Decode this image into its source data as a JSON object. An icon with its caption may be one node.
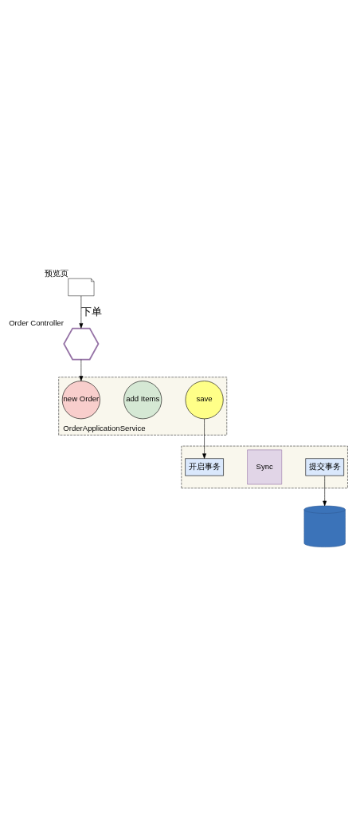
{
  "diagram": {
    "nodes": [
      {
        "text": [],
        "shape": "document",
        "beside": [
          "预览页"
        ]
      },
      {
        "text": [],
        "shape": "hexagon",
        "beside": [
          "Order Controller"
        ]
      },
      {
        "text": [
          "OrderApplicationService"
        ]
      },
      {
        "text": [
          "new Order"
        ],
        "in": 2
      },
      {
        "text": [
          "add Items"
        ],
        "in": 2
      },
      {
        "text": [
          "save"
        ],
        "in": 2
      },
      {
        "text": [],
        "shape": "box"
      },
      {
        "text": [
          "开启事务"
        ],
        "in": 6
      },
      {
        "text": [
          "Sync"
        ],
        "in": 6
      },
      {
        "text": [
          "提交事务"
        ],
        "in": 6
      },
      {
        "text": [],
        "shape": "cylinder"
      }
    ],
    "edges": [
      {
        "from": 0,
        "to": 1,
        "arrow": "to",
        "label": "下单"
      },
      {
        "from": 1,
        "to": 3,
        "arrow": "to"
      },
      {
        "from": 5,
        "to": 7,
        "arrow": "to"
      },
      {
        "from": 9,
        "to": 10,
        "arrow": "to"
      }
    ]
  }
}
